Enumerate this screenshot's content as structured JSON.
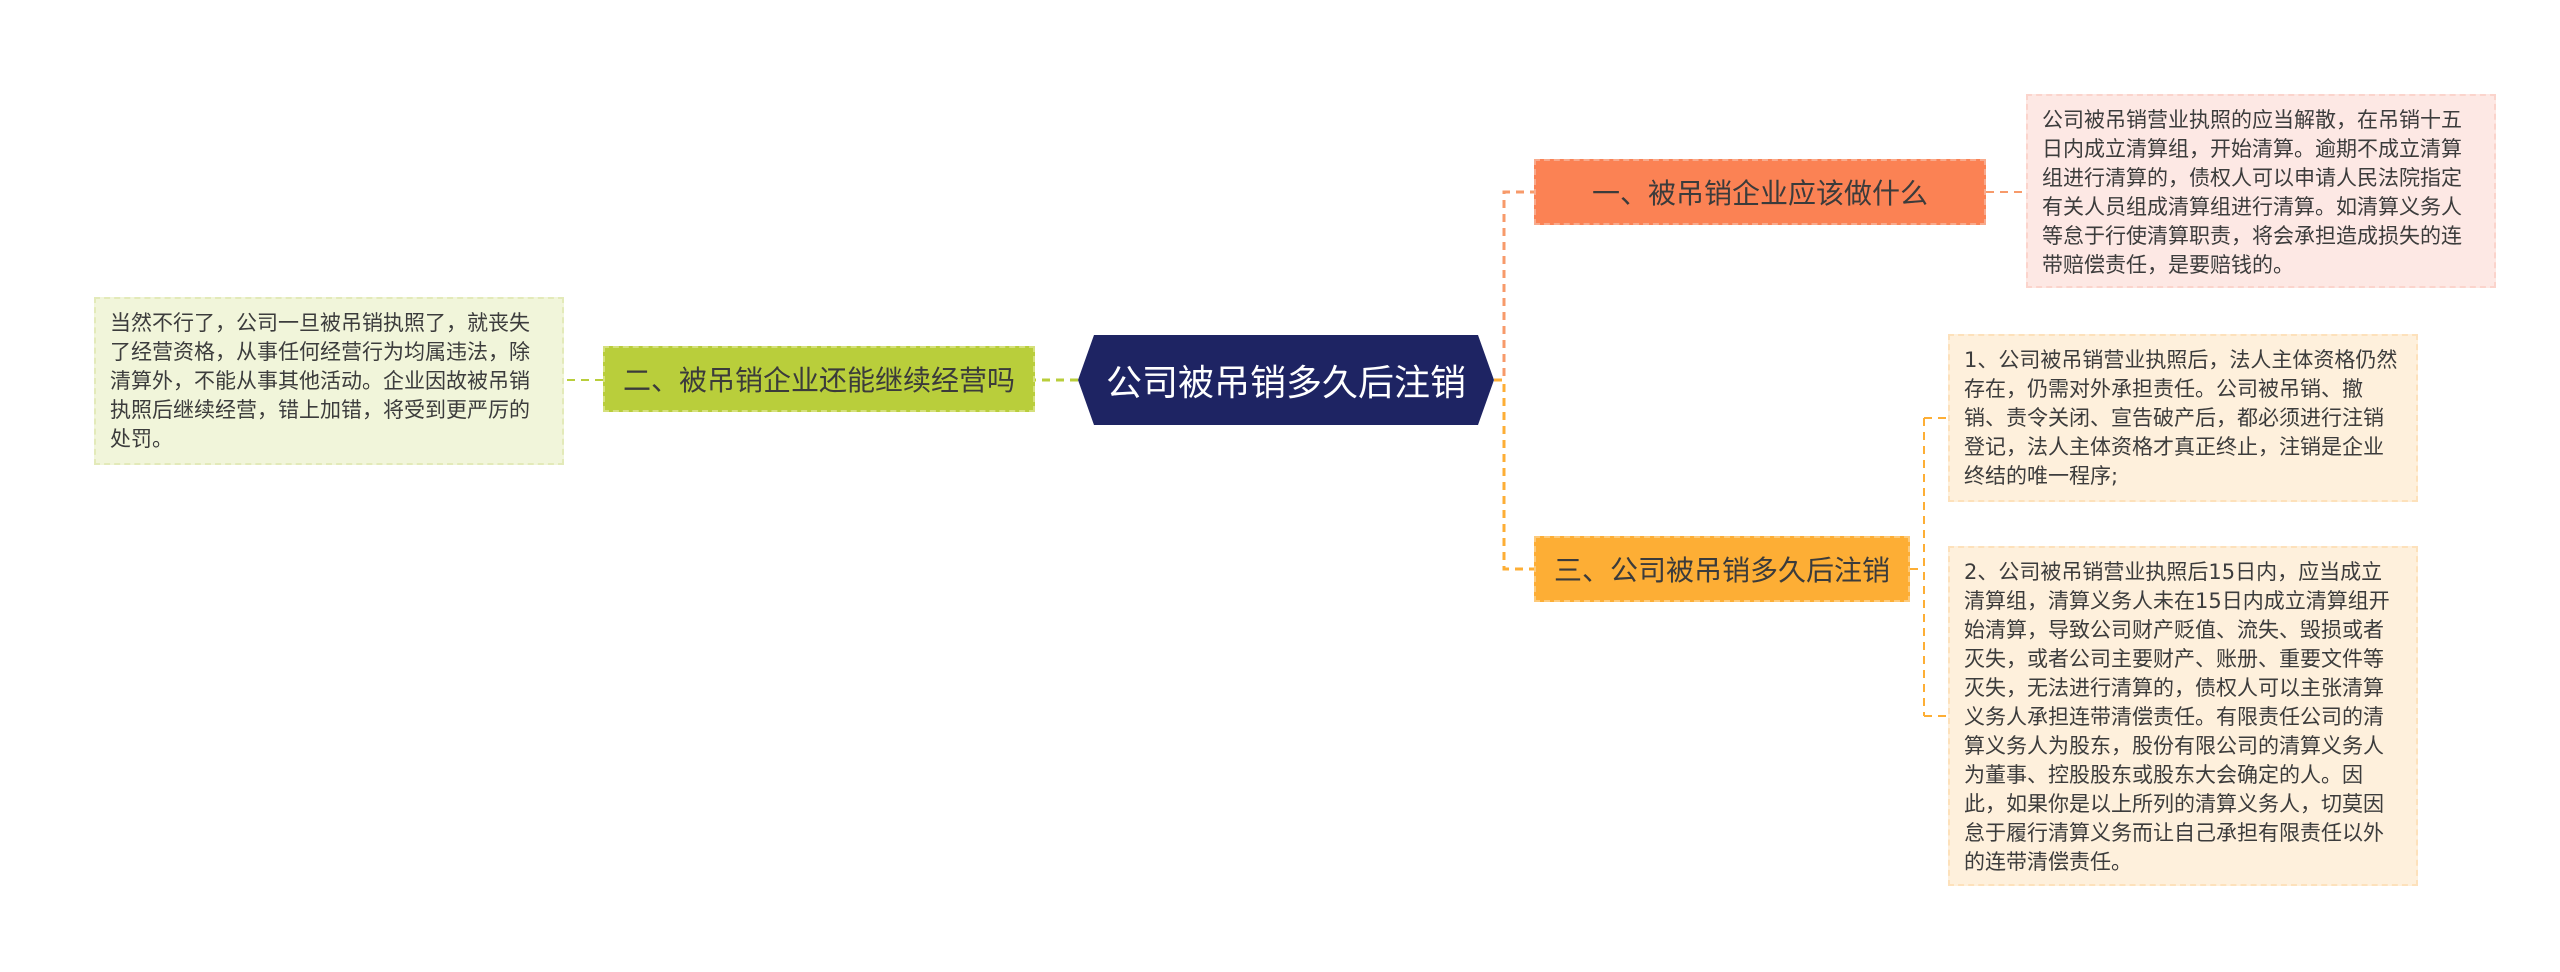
{
  "root": {
    "title": "公司被吊销多久后注销"
  },
  "branches": [
    {
      "label": "一、被吊销企业应该做什么",
      "color": "#fb8254"
    },
    {
      "label": "二、被吊销企业还能继续经营吗",
      "color": "#b9ce3b"
    },
    {
      "label": "三、公司被吊销多久后注销",
      "color": "#fdae35"
    }
  ],
  "leaves": {
    "branch1": "公司被吊销营业执照的应当解散，在吊销十五日内成立清算组，开始清算。逾期不成立清算组进行清算的，债权人可以申请人民法院指定有关人员组成清算组进行清算。如清算义务人等怠于行使清算职责，将会承担造成损失的连带赔偿责任，是要赔钱的。",
    "branch2": "当然不行了，公司一旦被吊销执照了，就丧失了经营资格，从事任何经营行为均属违法，除清算外，不能从事其他活动。企业因故被吊销执照后继续经营，错上加错，将受到更严厉的处罚。",
    "branch3_1": "1、公司被吊销营业执照后，法人主体资格仍然存在，仍需对外承担责任。公司被吊销、撤销、责令关闭、宣告破产后，都必须进行注销登记，法人主体资格才真正终止，注销是企业终结的唯一程序;",
    "branch3_2": "2、公司被吊销营业执照后15日内，应当成立清算组，清算义务人未在15日内成立清算组开始清算，导致公司财产贬值、流失、毁损或者灭失，或者公司主要财产、账册、重要文件等灭失，无法进行清算的，债权人可以主张清算义务人承担连带清偿责任。有限责任公司的清算义务人为股东，股份有限公司的清算义务人为董事、控股股东或股东大会确定的人。因此，如果你是以上所列的清算义务人，切莫因怠于履行清算义务而让自己承担有限责任以外的连带清偿责任。"
  },
  "colors": {
    "root": "#1e2463",
    "link_orange": "#f79a6a",
    "link_green": "#b9ce3b",
    "link_yellow": "#fdae35"
  }
}
